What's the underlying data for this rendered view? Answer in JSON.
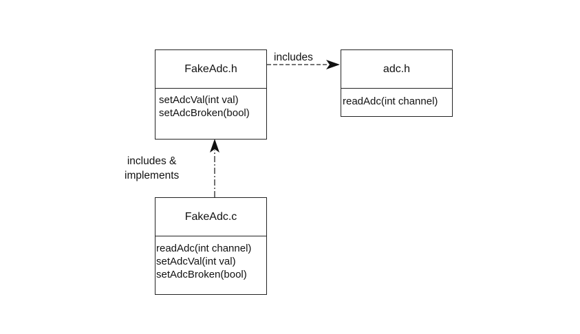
{
  "diagram": {
    "boxes": {
      "fakeadc_h": {
        "title": "FakeAdc.h",
        "members": [
          "setAdcVal(int val)",
          "setAdcBroken(bool)"
        ]
      },
      "adc_h": {
        "title": "adc.h",
        "members": [
          "readAdc(int channel)"
        ]
      },
      "fakeadc_c": {
        "title": "FakeAdc.c",
        "members": [
          "readAdc(int channel)",
          "setAdcVal(int val)",
          "setAdcBroken(bool)"
        ]
      }
    },
    "edges": [
      {
        "from": "FakeAdc.h",
        "to": "adc.h",
        "label": "includes",
        "style": "dashed"
      },
      {
        "from": "FakeAdc.c",
        "to": "FakeAdc.h",
        "label": "includes & implements",
        "style": "dashed"
      }
    ],
    "labels": {
      "includes": "includes",
      "includes_implements_line1": "includes &",
      "includes_implements_line2": "implements"
    }
  }
}
